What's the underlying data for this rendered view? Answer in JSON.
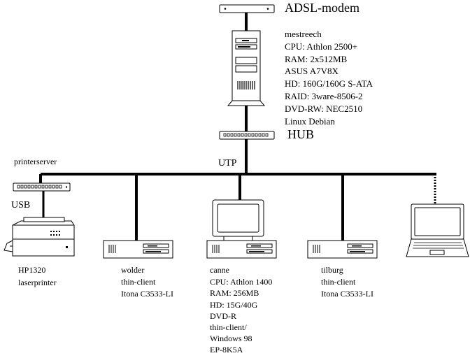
{
  "modem": {
    "label": "ADSL-modem"
  },
  "server": {
    "lines": [
      "mestreech",
      "CPU: Athlon 2500+",
      "RAM: 2x512MB",
      "ASUS A7V8X",
      "HD: 160G/160G S-ATA",
      "RAID: 3ware-8506-2",
      "DVD-RW: NEC2510",
      "Linux Debian"
    ]
  },
  "hub": {
    "label": "HUB"
  },
  "network": {
    "cable_label": "UTP"
  },
  "printserver": {
    "label": "printerserver",
    "usb_label": "USB"
  },
  "printer": {
    "lines": [
      "HP1320",
      "laserprinter"
    ]
  },
  "clients": {
    "wolder": {
      "lines": [
        "wolder",
        "thin-client",
        "Itona C3533-LI"
      ]
    },
    "canne": {
      "lines": [
        "canne",
        "CPU: Athlon 1400",
        "RAM: 256MB",
        "HD: 15G/40G",
        "DVD-R",
        "thin-client/",
        "Windows 98",
        "EP-8K5A"
      ]
    },
    "tilburg": {
      "lines": [
        "tilburg",
        "thin-client",
        "Itona C3533-LI"
      ]
    }
  }
}
